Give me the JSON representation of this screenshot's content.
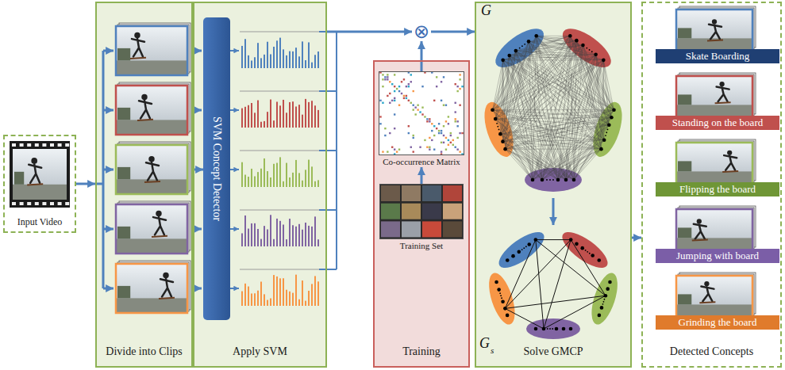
{
  "diagram": {
    "nodes": [
      {
        "text": [
          "Input Video"
        ]
      },
      {
        "text": [
          "Divide into Clips"
        ]
      },
      {
        "text": [
          "Apply SVM"
        ]
      },
      {
        "text": [
          "SVM Concept Detector"
        ],
        "in": 2
      },
      {
        "text": [
          "⊗"
        ]
      },
      {
        "text": [
          "Training"
        ]
      },
      {
        "text": [
          "Co-occurrence Matrix"
        ],
        "in": 5
      },
      {
        "text": [
          "Training Set"
        ],
        "in": 5
      },
      {
        "text": [
          "Solve GMCP"
        ]
      },
      {
        "text": [
          "Detected Concepts"
        ]
      },
      {
        "text": [
          "Skate Boarding"
        ],
        "in": 9
      },
      {
        "text": [
          "Standing on the board"
        ],
        "in": 9
      },
      {
        "text": [
          "Flipping the board"
        ],
        "in": 9
      },
      {
        "text": [
          "Jumping with board"
        ],
        "in": 9
      },
      {
        "text": [
          "Grinding the board"
        ],
        "in": 9
      }
    ],
    "edges": [
      {
        "from": 0,
        "to": 1,
        "arrow": "to"
      },
      {
        "from": 1,
        "to": 3,
        "arrow": "to"
      },
      {
        "from": 2,
        "to": 4,
        "arrow": "to"
      },
      {
        "from": 6,
        "to": 4,
        "arrow": "to"
      },
      {
        "from": 7,
        "to": 6,
        "arrow": "to"
      },
      {
        "from": 4,
        "to": 8,
        "arrow": "to"
      },
      {
        "from": 8,
        "to": 9,
        "arrow": "to"
      }
    ],
    "labels": [
      "G",
      "G",
      "s"
    ]
  }
}
